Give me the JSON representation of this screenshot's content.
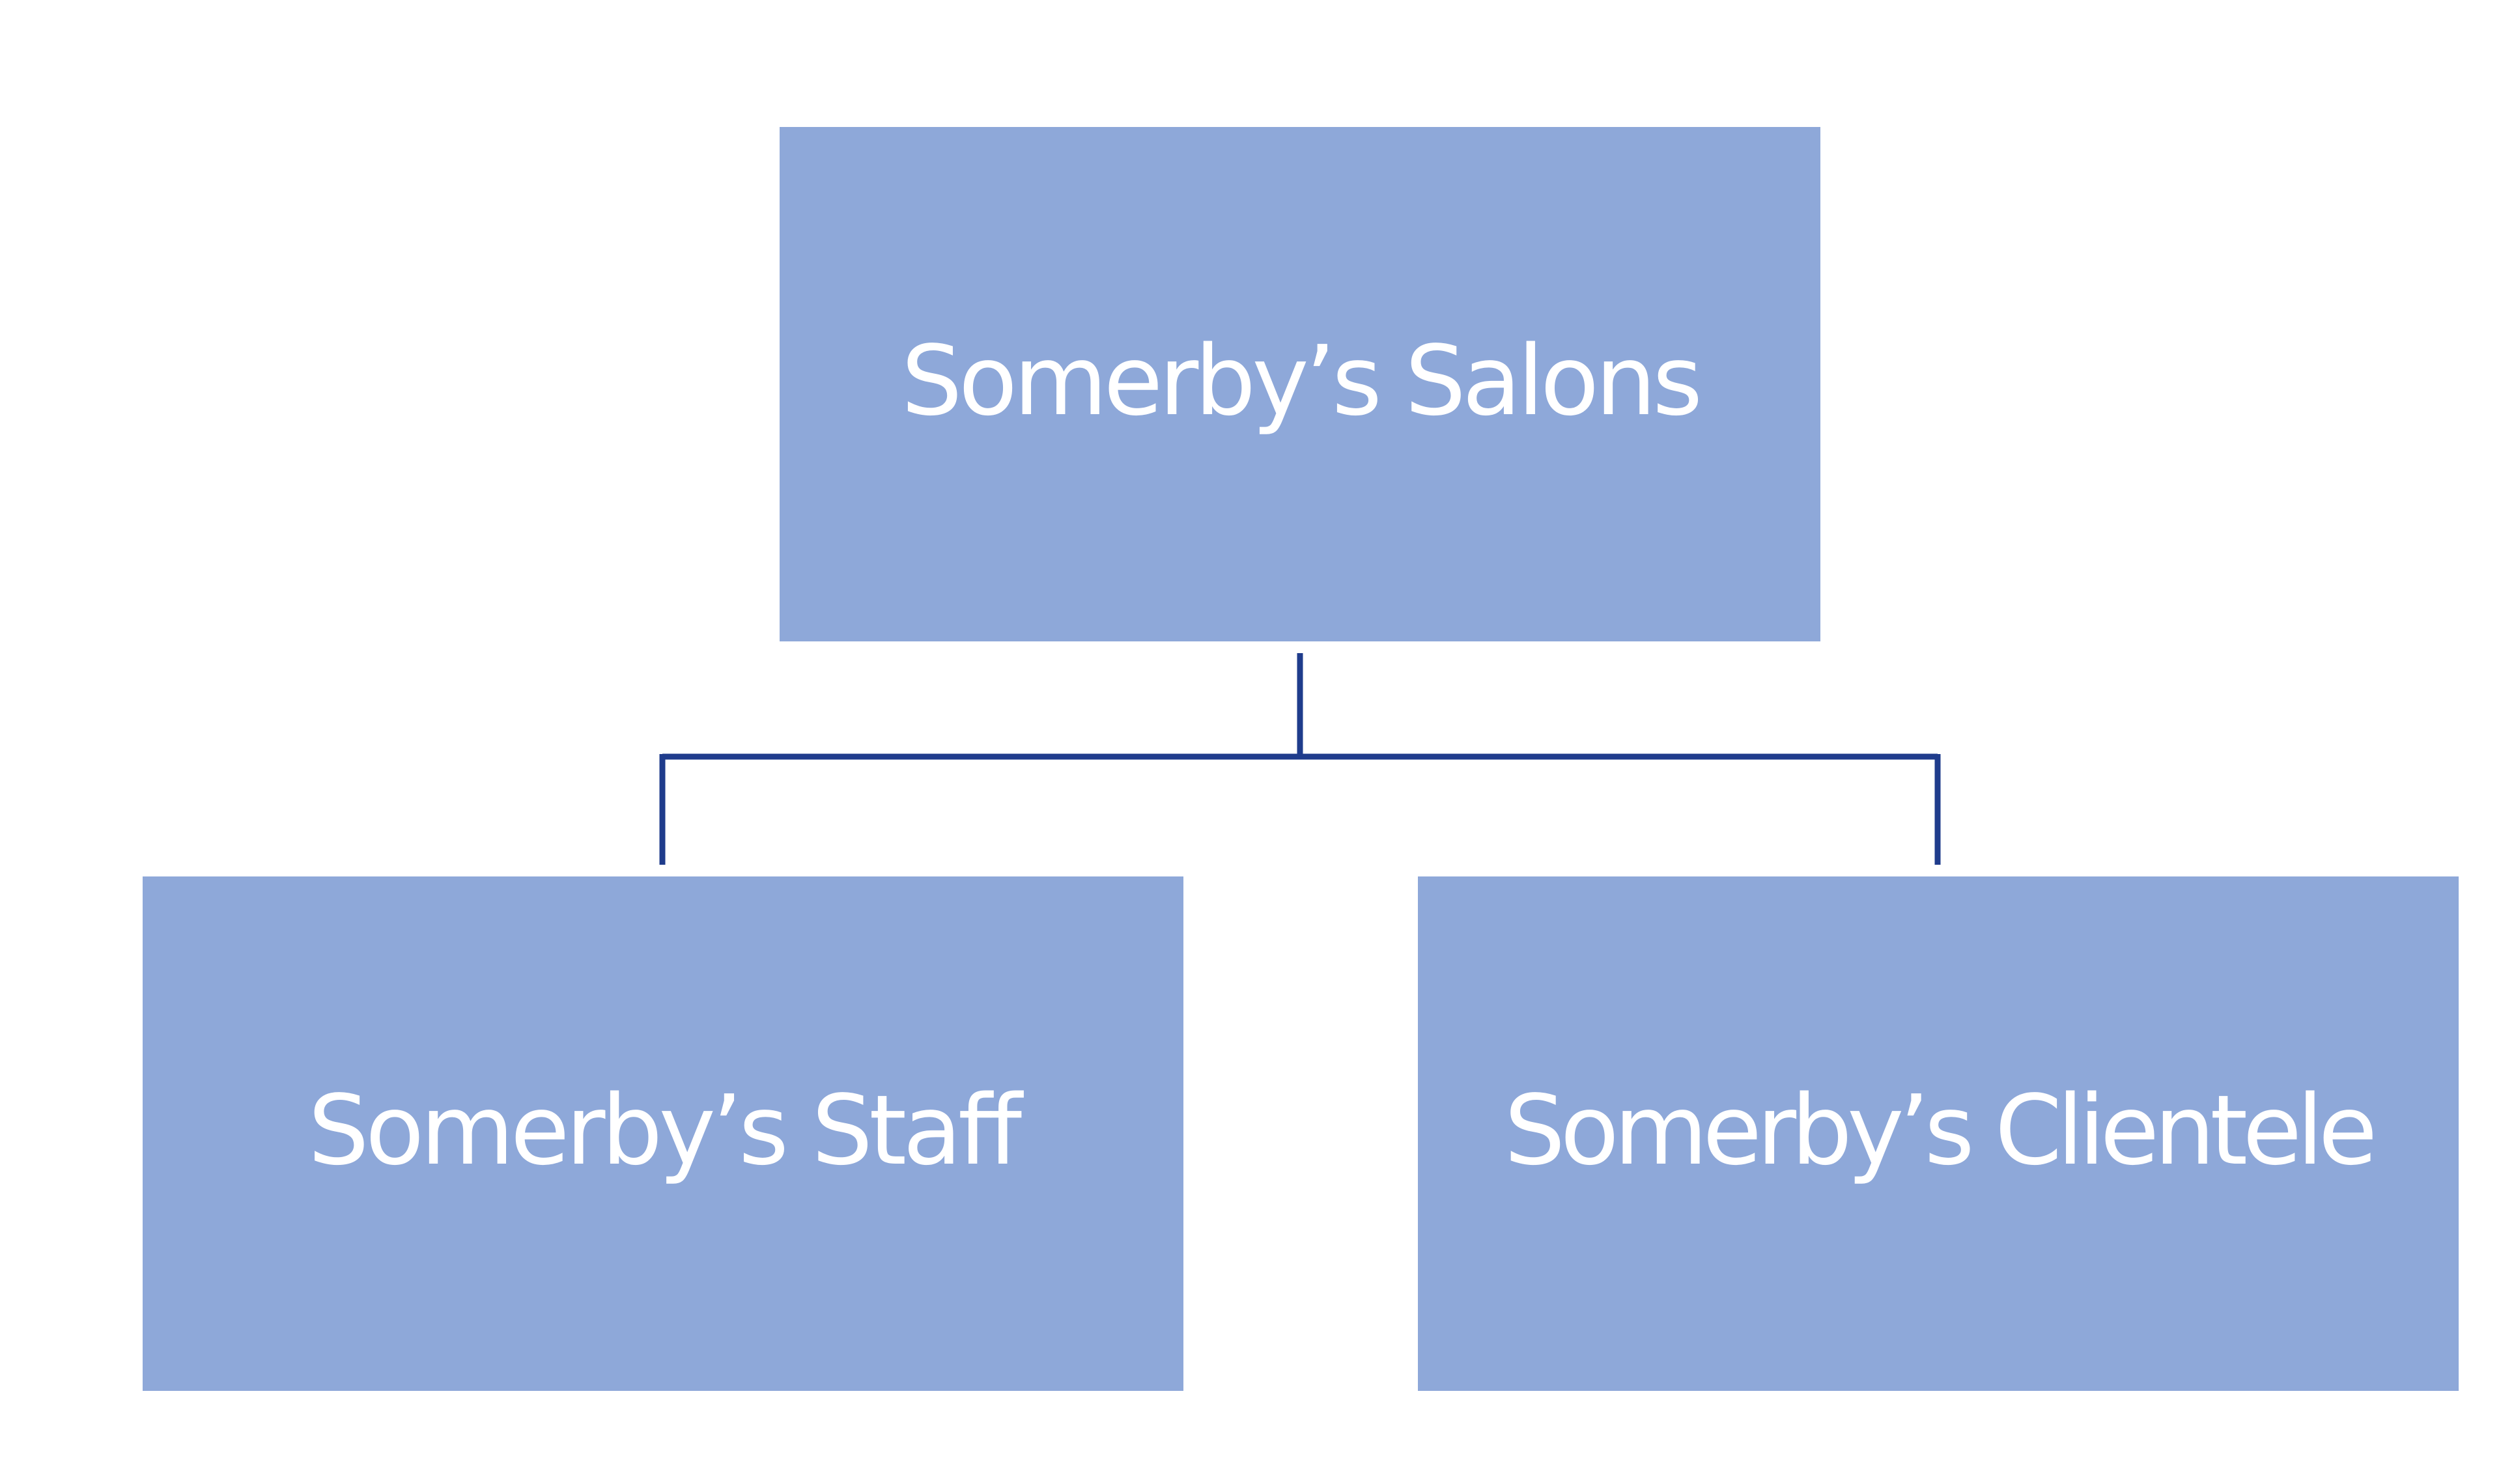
{
  "diagram": {
    "type": "org-chart",
    "colors": {
      "node_fill": "#8ea8d9",
      "node_text": "#ffffff",
      "connector": "#1f3c8c",
      "background": "#ffffff"
    },
    "root": {
      "label": "Somerby’s Salons"
    },
    "children": [
      {
        "label": "Somerby’s Staff"
      },
      {
        "label": "Somerby’s Clientele"
      }
    ]
  }
}
